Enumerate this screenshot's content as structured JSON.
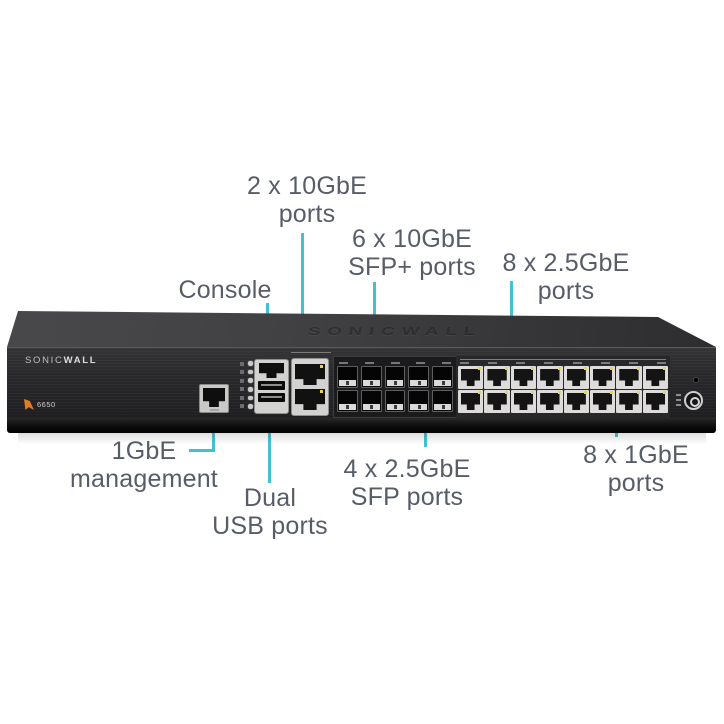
{
  "colors": {
    "background": "#ffffff",
    "callout_line": "#41c2d3",
    "callout_text": "#575d68",
    "brand_orange": "#e07b28"
  },
  "device": {
    "brand_light": "SONIC",
    "brand_bold": "WALL",
    "top_emboss": "SONICWALL",
    "model": "6650",
    "ports": {
      "leds": 6,
      "management": 1,
      "console": 1,
      "usb": 2,
      "rj45_10gbe": 2,
      "sfp_total": 10,
      "sfp_columns": 5,
      "rj45_copper_columns": 8,
      "rj45_copper_rows": 2,
      "sfp_tick_labels": 5,
      "rj45_tick_labels": 8
    }
  },
  "callouts": [
    {
      "id": "10gbe-ports",
      "lines": [
        "2 x 10GbE",
        "ports"
      ]
    },
    {
      "id": "sfp-plus-ports",
      "lines": [
        "6 x 10GbE",
        "SFP+ ports"
      ]
    },
    {
      "id": "2-5gbe-ports",
      "lines": [
        "8 x 2.5GbE",
        "ports"
      ]
    },
    {
      "id": "console",
      "lines": [
        "Console"
      ]
    },
    {
      "id": "1gbe-management",
      "lines": [
        "1GbE",
        "management"
      ]
    },
    {
      "id": "dual-usb",
      "lines": [
        "Dual",
        "USB ports"
      ]
    },
    {
      "id": "sfp-ports",
      "lines": [
        "4 x 2.5GbE",
        "SFP ports"
      ]
    },
    {
      "id": "1gbe-ports",
      "lines": [
        "8 x 1GbE",
        "ports"
      ]
    }
  ]
}
